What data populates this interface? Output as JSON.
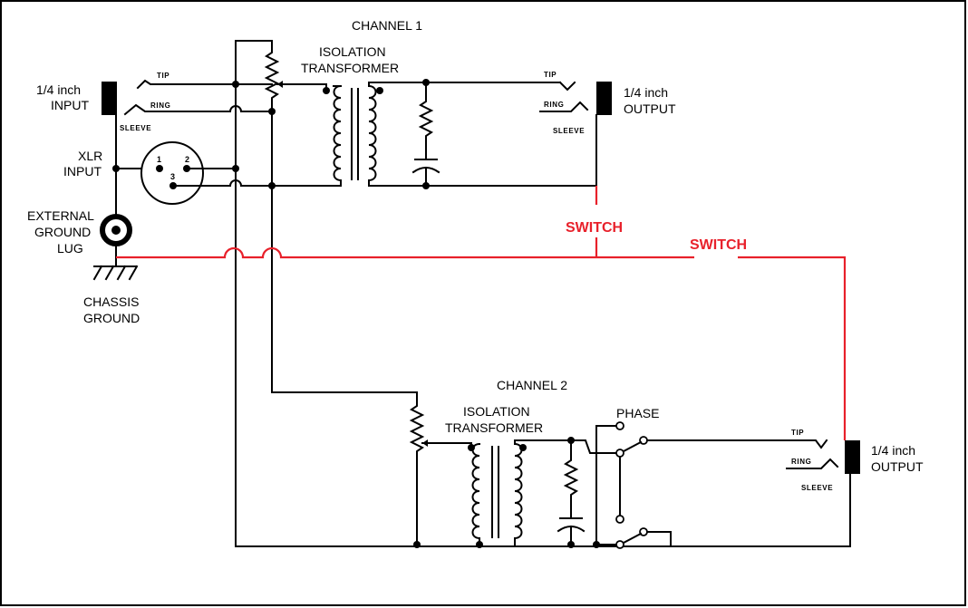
{
  "labels": {
    "channel1": "CHANNEL 1",
    "channel2": "CHANNEL 2",
    "iso1_line1": "ISOLATION",
    "iso1_line2": "TRANSFORMER",
    "iso2_line1": "ISOLATION",
    "iso2_line2": "TRANSFORMER",
    "input_size": "1/4 inch",
    "input_name": "INPUT",
    "out1_size": "1/4 inch",
    "out1_name": "OUTPUT",
    "out2_size": "1/4 inch",
    "out2_name": "OUTPUT",
    "in_tip": "TIP",
    "in_ring": "RING",
    "in_sleeve": "SLEEVE",
    "out1_tip": "TIP",
    "out1_ring": "RING",
    "out1_sleeve": "SLEEVE",
    "out2_tip": "TIP",
    "out2_ring": "RING",
    "out2_sleeve": "SLEEVE",
    "xlr_line1": "XLR",
    "xlr_line2": "INPUT",
    "xlr_pin1": "1",
    "xlr_pin2": "2",
    "xlr_pin3": "3",
    "lug_line1": "EXTERNAL",
    "lug_line2": "GROUND",
    "lug_line3": "LUG",
    "chassis_line1": "CHASSIS",
    "chassis_line2": "GROUND",
    "switch1": "SWITCH",
    "switch2": "SWITCH",
    "phase": "PHASE"
  },
  "colors": {
    "wire": "#000000",
    "switch_wire": "#e8212b",
    "background": "#ffffff"
  }
}
